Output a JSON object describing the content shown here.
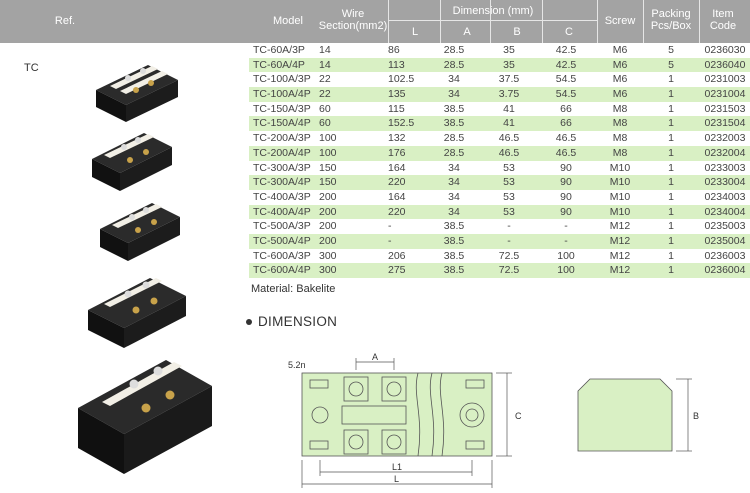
{
  "header": {
    "ref": "Ref.",
    "model": "Model",
    "wire_line1": "Wire",
    "wire_line2": "Section(mm2)",
    "dimension": "Dimension (mm)",
    "sub_L": "L",
    "sub_A": "A",
    "sub_B": "B",
    "sub_C": "C",
    "screw": "Screw",
    "packing_line1": "Packing",
    "packing_line2": "Pcs/Box",
    "code_line1": "Item",
    "code_line2": "Code"
  },
  "ref_label": "TC",
  "rows": [
    {
      "model": "TC-60A/3P",
      "wire": "14",
      "L": "86",
      "A": "28.5",
      "B": "35",
      "C": "42.5",
      "screw": "M6",
      "pack": "5",
      "code": "0236030"
    },
    {
      "model": "TC-60A/4P",
      "wire": "14",
      "L": "113",
      "A": "28.5",
      "B": "35",
      "C": "42.5",
      "screw": "M6",
      "pack": "5",
      "code": "0236040"
    },
    {
      "model": "TC-100A/3P",
      "wire": "22",
      "L": "102.5",
      "A": "34",
      "B": "37.5",
      "C": "54.5",
      "screw": "M6",
      "pack": "1",
      "code": "0231003"
    },
    {
      "model": "TC-100A/4P",
      "wire": "22",
      "L": "135",
      "A": "34",
      "B": "3.75",
      "C": "54.5",
      "screw": "M6",
      "pack": "1",
      "code": "0231004"
    },
    {
      "model": "TC-150A/3P",
      "wire": "60",
      "L": "115",
      "A": "38.5",
      "B": "41",
      "C": "66",
      "screw": "M8",
      "pack": "1",
      "code": "0231503"
    },
    {
      "model": "TC-150A/4P",
      "wire": "60",
      "L": "152.5",
      "A": "38.5",
      "B": "41",
      "C": "66",
      "screw": "M8",
      "pack": "1",
      "code": "0231504"
    },
    {
      "model": "TC-200A/3P",
      "wire": "100",
      "L": "132",
      "A": "28.5",
      "B": "46.5",
      "C": "46.5",
      "screw": "M8",
      "pack": "1",
      "code": "0232003"
    },
    {
      "model": "TC-200A/4P",
      "wire": "100",
      "L": "176",
      "A": "28.5",
      "B": "46.5",
      "C": "46.5",
      "screw": "M8",
      "pack": "1",
      "code": "0232004"
    },
    {
      "model": "TC-300A/3P",
      "wire": "150",
      "L": "164",
      "A": "34",
      "B": "53",
      "C": "90",
      "screw": "M10",
      "pack": "1",
      "code": "0233003"
    },
    {
      "model": "TC-300A/4P",
      "wire": "150",
      "L": "220",
      "A": "34",
      "B": "53",
      "C": "90",
      "screw": "M10",
      "pack": "1",
      "code": "0233004"
    },
    {
      "model": "TC-400A/3P",
      "wire": "200",
      "L": "164",
      "A": "34",
      "B": "53",
      "C": "90",
      "screw": "M10",
      "pack": "1",
      "code": "0234003"
    },
    {
      "model": "TC-400A/4P",
      "wire": "200",
      "L": "220",
      "A": "34",
      "B": "53",
      "C": "90",
      "screw": "M10",
      "pack": "1",
      "code": "0234004"
    },
    {
      "model": "TC-500A/3P",
      "wire": "200",
      "L": "-",
      "A": "38.5",
      "B": "-",
      "C": "-",
      "screw": "M12",
      "pack": "1",
      "code": "0235003"
    },
    {
      "model": "TC-500A/4P",
      "wire": "200",
      "L": "-",
      "A": "38.5",
      "B": "-",
      "C": "-",
      "screw": "M12",
      "pack": "1",
      "code": "0235004"
    },
    {
      "model": "TC-600A/3P",
      "wire": "300",
      "L": "206",
      "A": "38.5",
      "B": "72.5",
      "C": "100",
      "screw": "M12",
      "pack": "1",
      "code": "0236003"
    },
    {
      "model": "TC-600A/4P",
      "wire": "300",
      "L": "275",
      "A": "38.5",
      "B": "72.5",
      "C": "100",
      "screw": "M12",
      "pack": "1",
      "code": "0236004"
    }
  ],
  "material": "Material: Bakelite",
  "dimension_heading": "DIMENSION",
  "drawing": {
    "hole_label": "5.2n",
    "label_A": "A",
    "label_C": "C",
    "label_L1": "L1",
    "label_L": "L",
    "label_B": "B",
    "fill_color": "#d9f0c4"
  }
}
